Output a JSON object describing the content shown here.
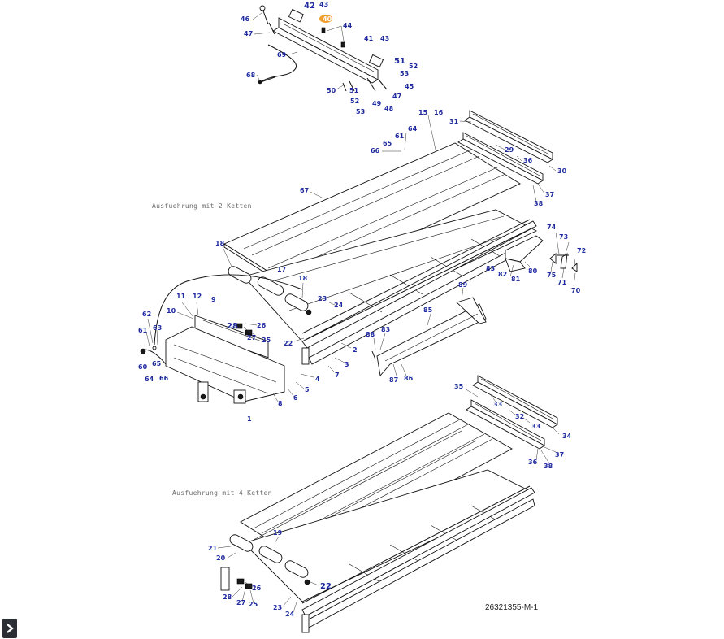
{
  "diagram": {
    "variant_labels": {
      "two_chains": "Ausfuehrung mit 2 Ketten",
      "four_chains": "Ausfuehrung mit 4 Ketten"
    },
    "document_number": "26321355-M-1",
    "highlighted_callout": "40",
    "highlight_color": "#f0a030",
    "callout_color": "#1f2a9e",
    "callouts": [
      "42",
      "43",
      "46",
      "47",
      "44",
      "41",
      "43",
      "51",
      "52",
      "53",
      "45",
      "47",
      "48",
      "49",
      "50",
      "51",
      "52",
      "53",
      "69",
      "68",
      "15",
      "16",
      "31",
      "29",
      "36",
      "30",
      "37",
      "38",
      "64",
      "61",
      "65",
      "66",
      "67",
      "74",
      "73",
      "72",
      "71",
      "75",
      "70",
      "80",
      "81",
      "82",
      "83",
      "18",
      "17",
      "18",
      "23",
      "24",
      "28",
      "26",
      "27",
      "25",
      "22",
      "2",
      "3",
      "7",
      "4",
      "5",
      "6",
      "8",
      "1",
      "11",
      "12",
      "10",
      "9",
      "62",
      "61",
      "63",
      "65",
      "60",
      "64",
      "66",
      "89",
      "85",
      "88",
      "83",
      "87",
      "86",
      "35",
      "33",
      "32",
      "33",
      "34",
      "37",
      "36",
      "38",
      "19",
      "21",
      "20",
      "26",
      "28",
      "27",
      "25",
      "22",
      "23",
      "24"
    ]
  },
  "controls": {
    "expand_icon": "chevron-right-icon"
  }
}
